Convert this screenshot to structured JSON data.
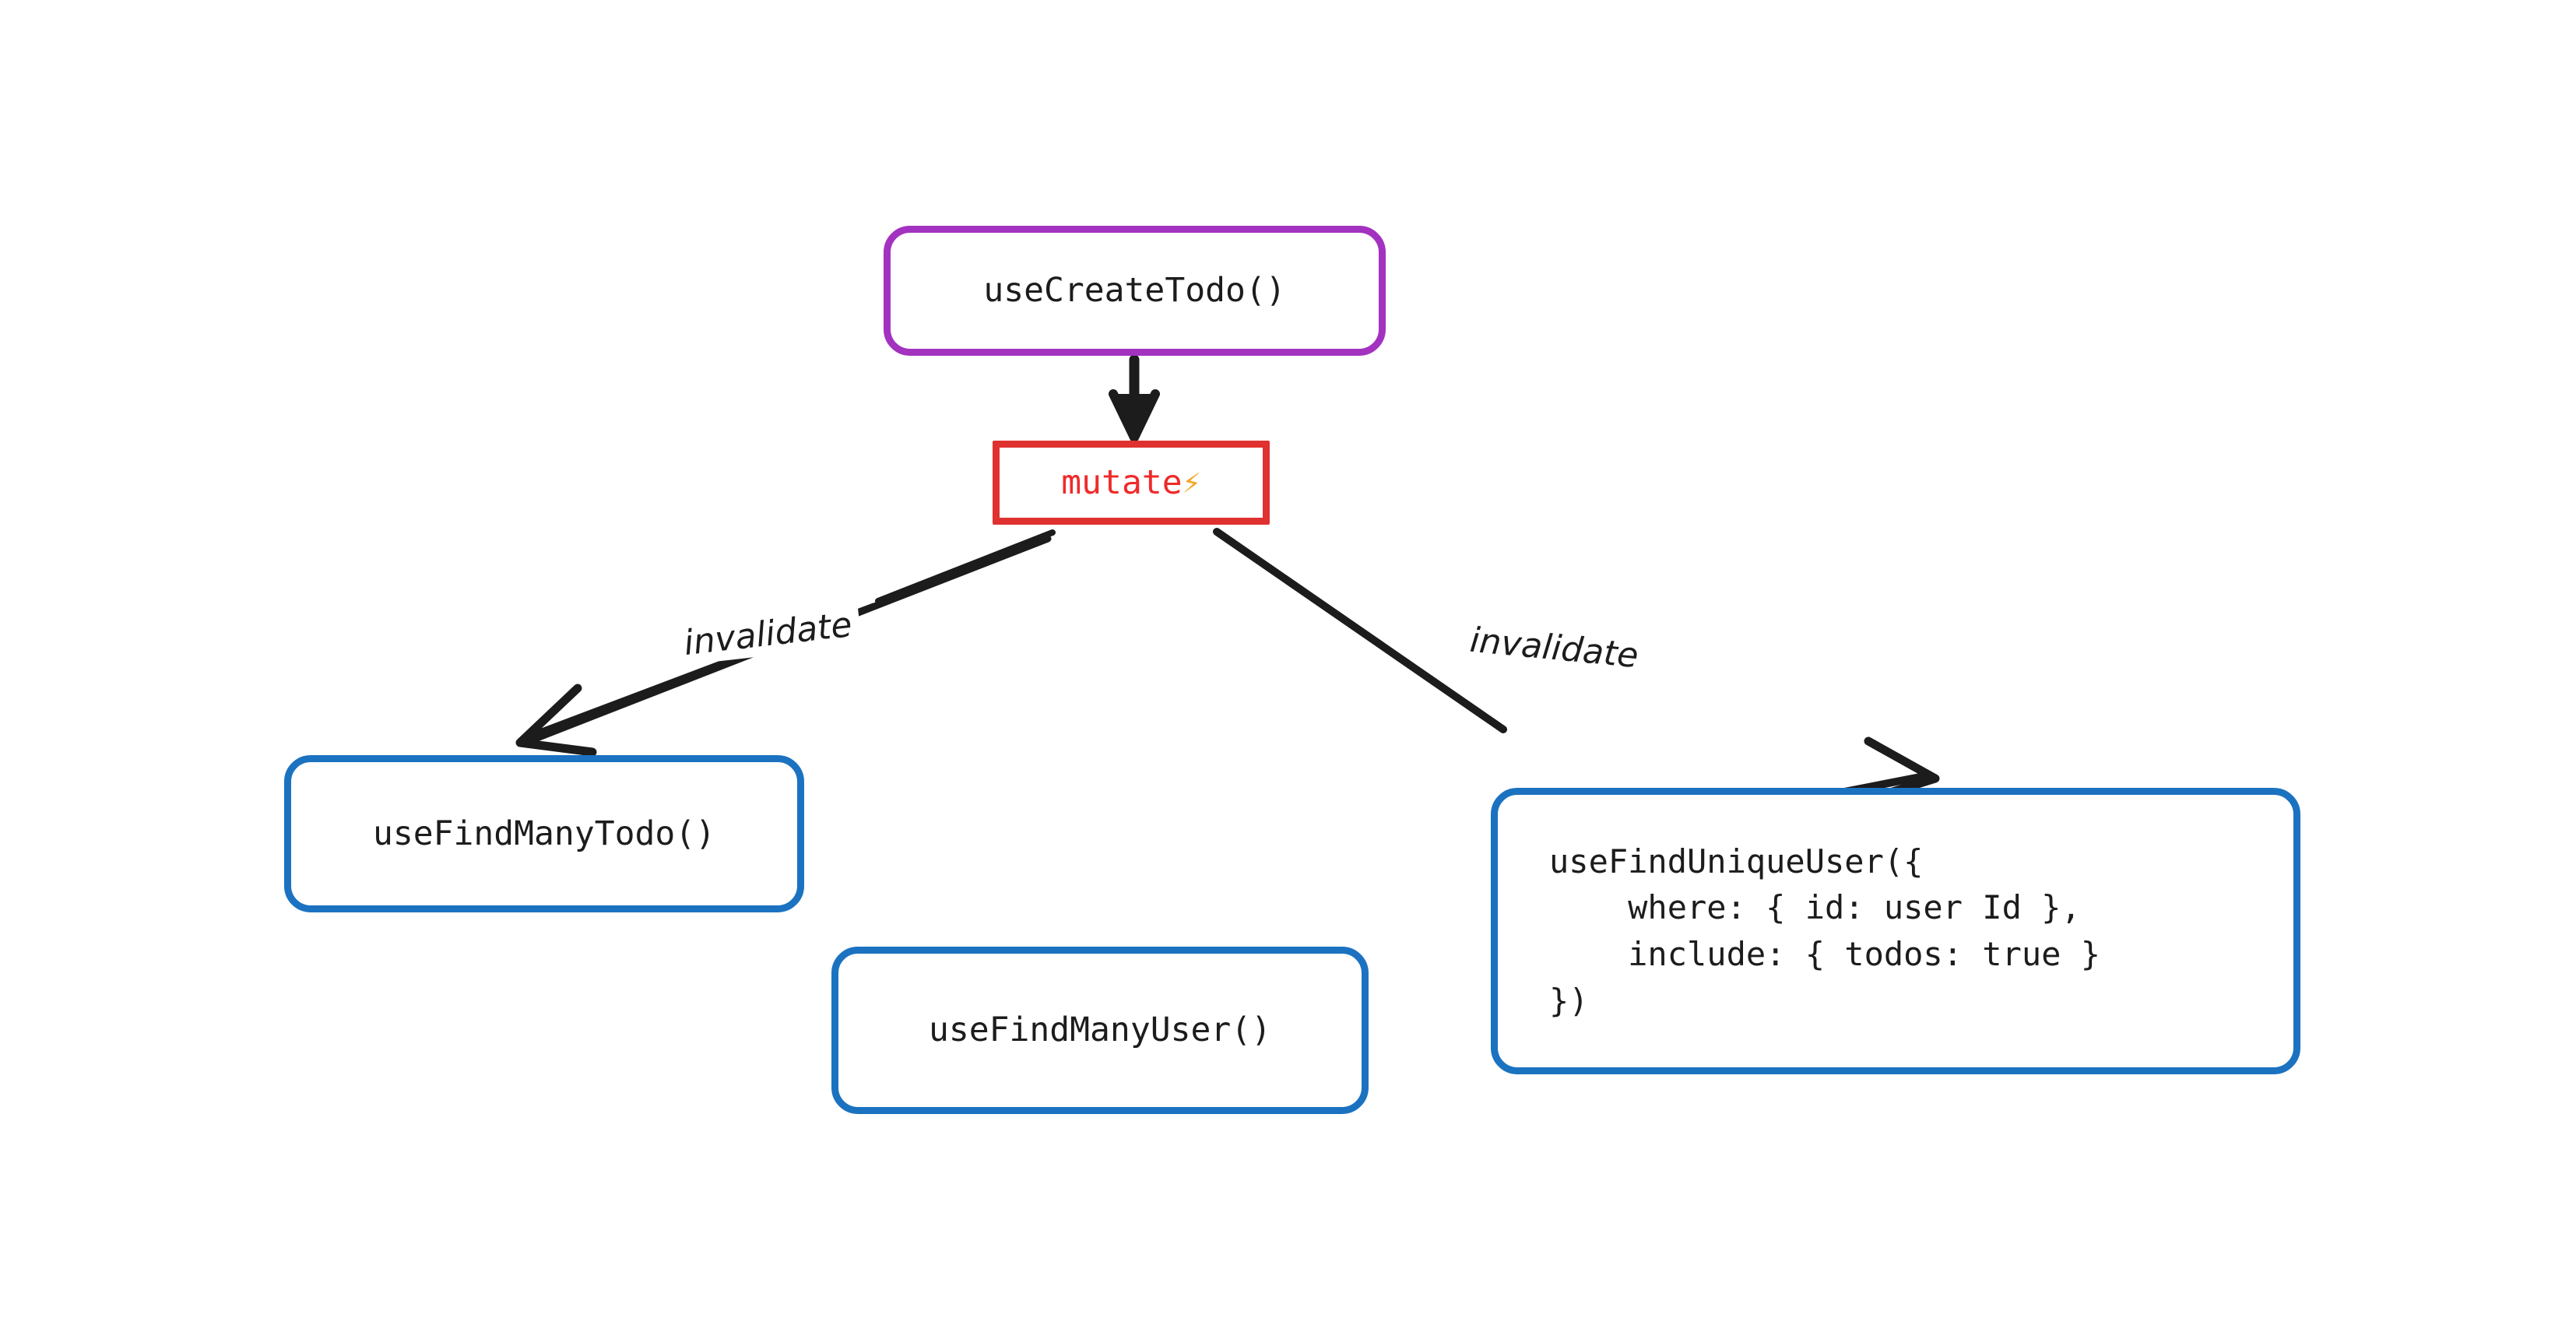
{
  "diagram": {
    "title": "useCreateTodo invalidation flow",
    "background": "#ffffff",
    "colors": {
      "purple": "#a332c0",
      "blue": "#1b72c0",
      "red": "#e03131",
      "red_text": "#ef2a2a",
      "ink": "#1c1c1c",
      "bolt": "#f5a623"
    }
  },
  "nodes": {
    "create_todo": {
      "label": "useCreateTodo()",
      "shape": "rounded-rect",
      "border_color": "#a332c0"
    },
    "mutate": {
      "label": "mutate",
      "icon": "lightning-bolt-icon",
      "icon_glyph": "⚡",
      "shape": "rect",
      "border_color": "#e03131",
      "text_color": "#ef2a2a"
    },
    "find_many_todo": {
      "label": "useFindManyTodo()",
      "shape": "rounded-rect",
      "border_color": "#1b72c0"
    },
    "find_many_user": {
      "label": "useFindManyUser()",
      "shape": "rounded-rect",
      "border_color": "#1b72c0"
    },
    "find_unique_user": {
      "label": "useFindUniqueUser({\n    where: { id: user Id },\n    include: { todos: true }\n})",
      "lines": [
        "useFindUniqueUser({",
        "    where: { id: user Id },",
        "    include: { todos: true }",
        "})"
      ],
      "shape": "rounded-rect",
      "border_color": "#1b72c0"
    }
  },
  "edges": [
    {
      "from": "create_todo",
      "to": "mutate",
      "label": "",
      "style": "solid-arrow"
    },
    {
      "from": "mutate",
      "to": "find_many_todo",
      "label": "invalidate",
      "style": "solid-arrow"
    },
    {
      "from": "mutate",
      "to": "find_unique_user",
      "label": "invalidate",
      "style": "solid-arrow"
    }
  ],
  "edge_labels": {
    "left": "invalidate",
    "right": "invalidate"
  }
}
